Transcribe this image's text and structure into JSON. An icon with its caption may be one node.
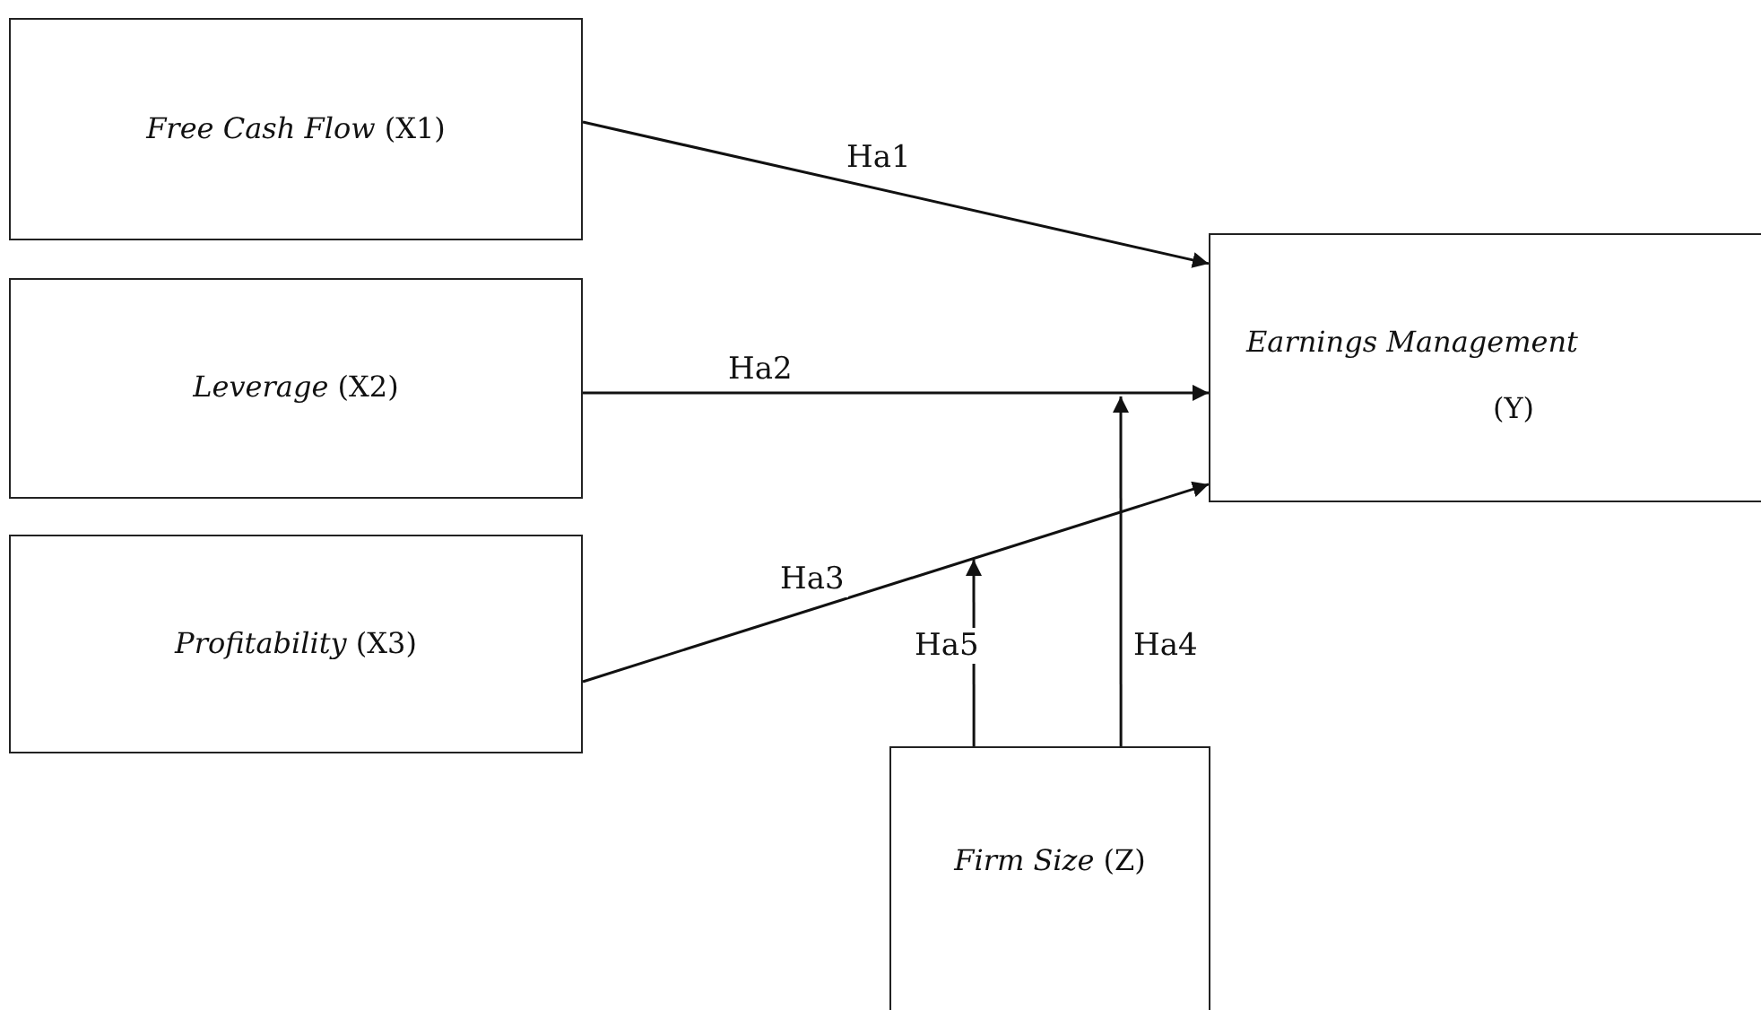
{
  "diagram": {
    "nodes": [
      {
        "text": [
          "*Free Cash Flow* (X1)"
        ]
      },
      {
        "text": [
          "*Leverage* (X2)"
        ]
      },
      {
        "text": [
          "*Profitability* (X3)"
        ]
      },
      {
        "text": [
          "Earnings Management",
          "(Y)"
        ]
      },
      {
        "text": [
          "*Firm Size* (Z)"
        ]
      }
    ],
    "edges": [
      {
        "from": 0,
        "to": 3,
        "arrow": "to",
        "label": "Ha1"
      },
      {
        "from": 1,
        "to": 3,
        "arrow": "to",
        "label": "Ha2"
      },
      {
        "from": 2,
        "to": 3,
        "arrow": "to",
        "label": "Ha3"
      },
      {
        "from": 4,
        "to": null,
        "arrow": "to",
        "label": "Ha4"
      },
      {
        "from": 4,
        "to": null,
        "arrow": "to",
        "label": "Ha5"
      }
    ]
  }
}
